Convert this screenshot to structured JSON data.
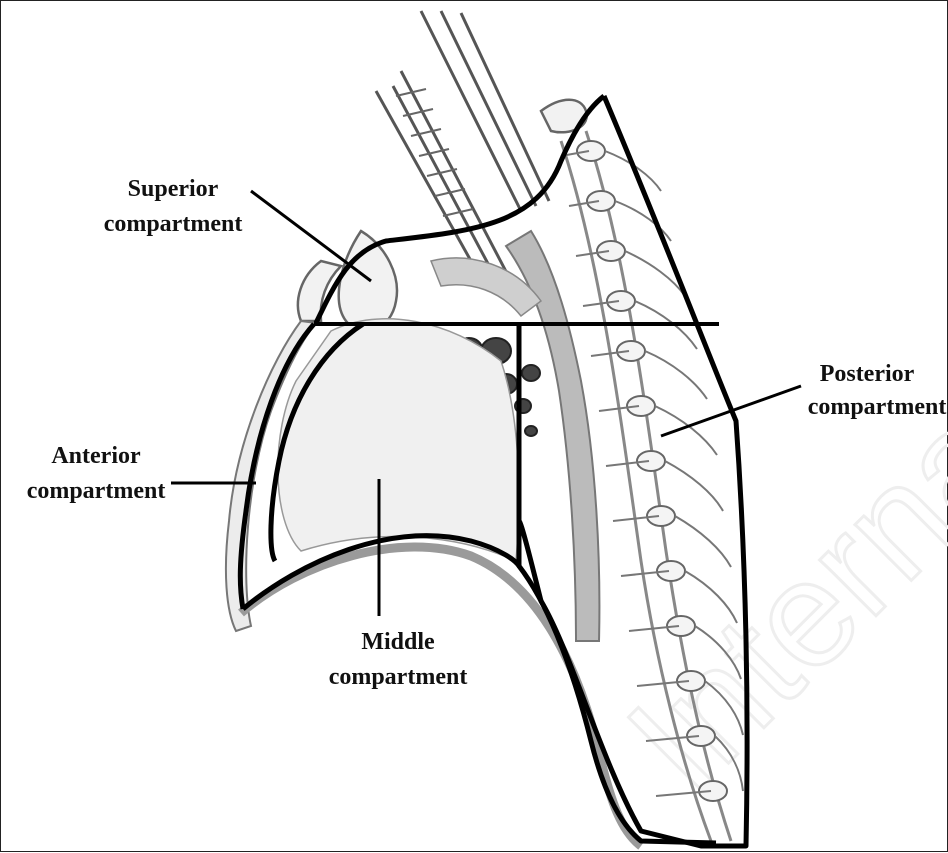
{
  "labels": {
    "superior": [
      "Superior",
      "compartment"
    ],
    "anterior": [
      "Anterior",
      "compartment"
    ],
    "middle": [
      "Middle",
      "compartment"
    ],
    "posterior": [
      "Posterior",
      "compartment"
    ]
  },
  "watermark": "International"
}
